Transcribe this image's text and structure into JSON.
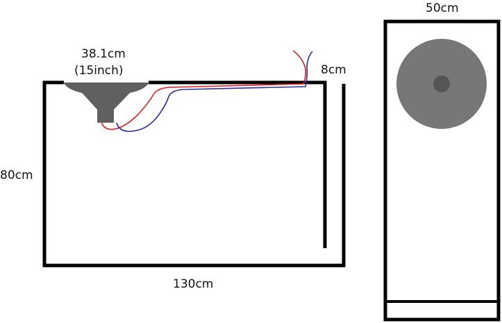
{
  "labels": {
    "speaker_diameter_line1": "38.1cm",
    "speaker_diameter_line2": "(15inch)",
    "port_width": "8cm",
    "cabinet_height": "80cm",
    "cabinet_depth": "130cm",
    "front_width": "50cm"
  },
  "colors": {
    "outline": "#000000",
    "driver_cone": "#606060",
    "front_driver": "#777777",
    "front_dustcap": "#555555",
    "wire_red": "#e01e1e",
    "wire_blue": "#2b2a9c"
  },
  "parts": {
    "side_view": "horn-loaded cabinet, side section",
    "front_view": "cabinet front face with driver"
  }
}
